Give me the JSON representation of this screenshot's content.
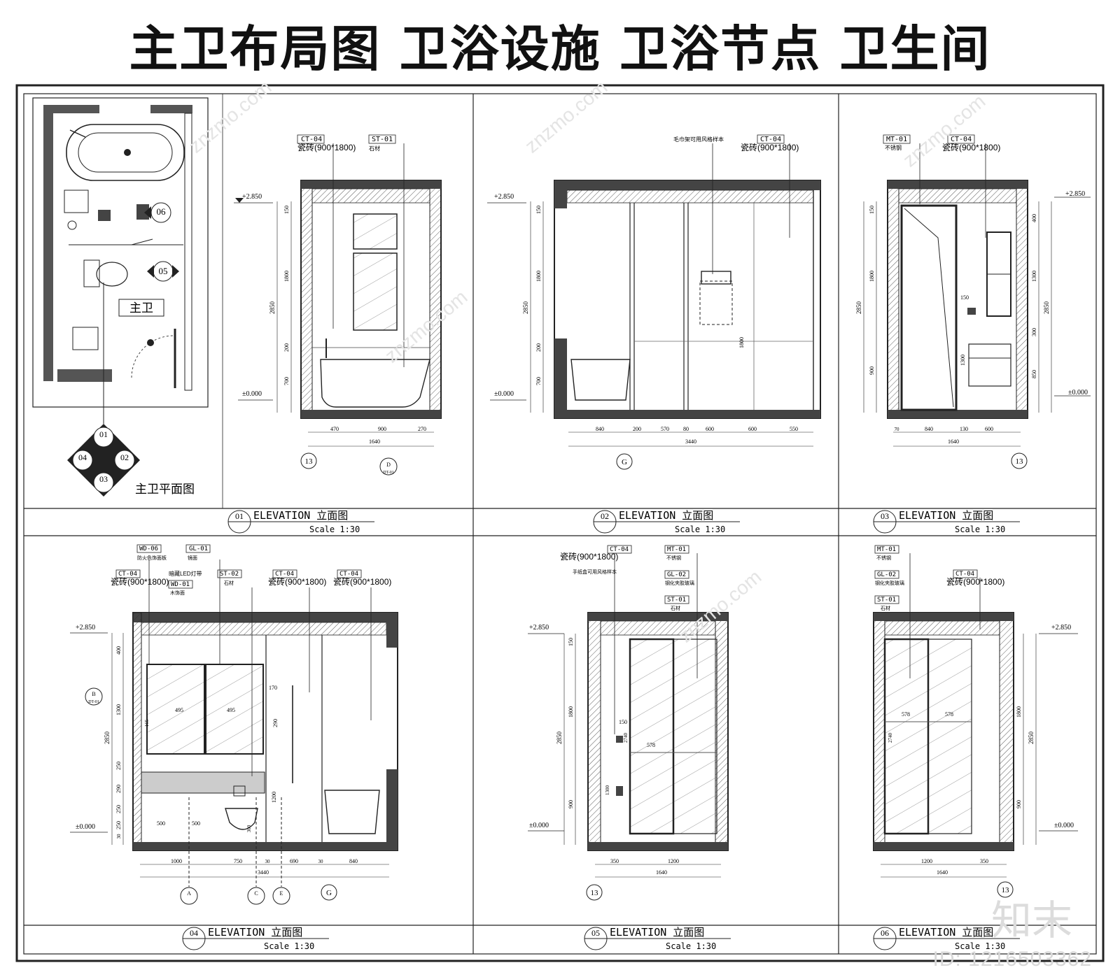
{
  "title": "主卫布局图  卫浴设施  卫浴节点  卫生间",
  "plan": {
    "room_label": "主卫",
    "caption": "主卫平面图",
    "marker_top": "06",
    "marker_mid": "05",
    "diamond": [
      "01",
      "02",
      "03",
      "04"
    ]
  },
  "panels": [
    {
      "num": "01",
      "heading": "ELEVATION 立面图",
      "scale": "Scale 1:30",
      "tags": [
        "CT-04",
        "ST-01"
      ],
      "tag_notes": [
        "瓷砖(900*1800)",
        "石材"
      ],
      "level_top": "+2.850",
      "level_bottom": "±0.000",
      "dims_left": [
        "150",
        "1800",
        "200",
        "700"
      ],
      "dim_total": "2850",
      "dims_bottom": [
        "470",
        "900",
        "270"
      ],
      "dim_bottom_total": "1640",
      "axis": "13",
      "section": "D",
      "section_sheet": "DT-01"
    },
    {
      "num": "02",
      "heading": "ELEVATION 立面图",
      "scale": "Scale 1:30",
      "tags": [
        "CT-04"
      ],
      "tag_notes": [
        "瓷砖(900*1800)",
        "毛巾架可用风格样本"
      ],
      "level_top": "+2.850",
      "level_bottom": "±0.000",
      "dims_left": [
        "150",
        "1800",
        "200",
        "700"
      ],
      "dim_total": "2850",
      "dim_inner": "1800",
      "dims_bottom": [
        "840",
        "200",
        "570",
        "80",
        "600",
        "600",
        "550"
      ],
      "dim_bottom_total": "3440",
      "axis": "G"
    },
    {
      "num": "03",
      "heading": "ELEVATION 立面图",
      "scale": "Scale 1:30",
      "tags": [
        "MT-01",
        "CT-04"
      ],
      "tag_notes": [
        "不锈钢",
        "瓷砖(900*1800)"
      ],
      "level_top": "+2.850",
      "level_bottom": "±0.000",
      "dims_left": [
        "150",
        "1800",
        "900"
      ],
      "dim_total": "2850",
      "dims_right": [
        "400",
        "1300",
        "300",
        "850"
      ],
      "dim_right_total": "2850",
      "dims_mid": [
        "150",
        "1300"
      ],
      "dims_bottom": [
        "70",
        "840",
        "130",
        "600"
      ],
      "dim_bottom_total": "1640",
      "axis": "13"
    },
    {
      "num": "04",
      "heading": "ELEVATION 立面图",
      "scale": "Scale 1:30",
      "tags": [
        "WD-06",
        "GL-01",
        "CT-04",
        "WD-01",
        "ST-02",
        "CT-04",
        "CT-04"
      ],
      "tag_notes": [
        "防火色饰面板",
        "镜面",
        "瓷砖(900*1800)",
        "暗藏LED灯带",
        "木饰面",
        "石材",
        "瓷砖(900*1800)",
        "瓷砖(900*1800)"
      ],
      "level_top": "+2.850",
      "level_bottom": "±0.000",
      "dims_left": [
        "400",
        "1300",
        "250",
        "290",
        "250",
        "250",
        "30"
      ],
      "dim_total": "2850",
      "dims_inner": [
        "495",
        "495",
        "170",
        "290",
        "1200",
        "500",
        "500",
        "300",
        "165"
      ],
      "dims_bottom": [
        "1000",
        "750",
        "30",
        "690",
        "30",
        "840"
      ],
      "dim_bottom_total": "3440",
      "section_left": "B",
      "sections": [
        "A",
        "C",
        "E"
      ],
      "section_sheet": "DT-01",
      "axis": "G"
    },
    {
      "num": "05",
      "heading": "ELEVATION 立面图",
      "scale": "Scale 1:30",
      "tags": [
        "CT-04",
        "MT-01",
        "GL-02",
        "ST-01"
      ],
      "tag_notes": [
        "瓷砖(900*1800)",
        "手纸盒可用风格样本",
        "不锈钢",
        "钢化夹胶玻璃",
        "石材"
      ],
      "level_top": "+2.850",
      "level_bottom": "±0.000",
      "dims_left": [
        "150",
        "1800",
        "900"
      ],
      "dim_total": "2850",
      "dims_inner": [
        "150",
        "1300",
        "2740",
        "578"
      ],
      "dims_bottom": [
        "350",
        "1200"
      ],
      "dim_bottom_total": "1640",
      "axis": "13"
    },
    {
      "num": "06",
      "heading": "ELEVATION 立面图",
      "scale": "Scale 1:30",
      "tags": [
        "MT-01",
        "GL-02",
        "CT-04",
        "ST-01"
      ],
      "tag_notes": [
        "不锈钢",
        "钢化夹胶玻璃",
        "瓷砖(900*1800)",
        "石材"
      ],
      "level_top": "+2.850",
      "level_bottom": "±0.000",
      "dims_right": [
        "1800",
        "900"
      ],
      "dim_right_total": "2850",
      "dims_inner": [
        "578",
        "578",
        "2740"
      ],
      "dims_bottom": [
        "1200",
        "350"
      ],
      "dim_bottom_total": "1640",
      "axis": "13"
    }
  ],
  "watermark": {
    "logo": "知末",
    "id": "ID: 1216503362",
    "site": "znzmo.com"
  }
}
